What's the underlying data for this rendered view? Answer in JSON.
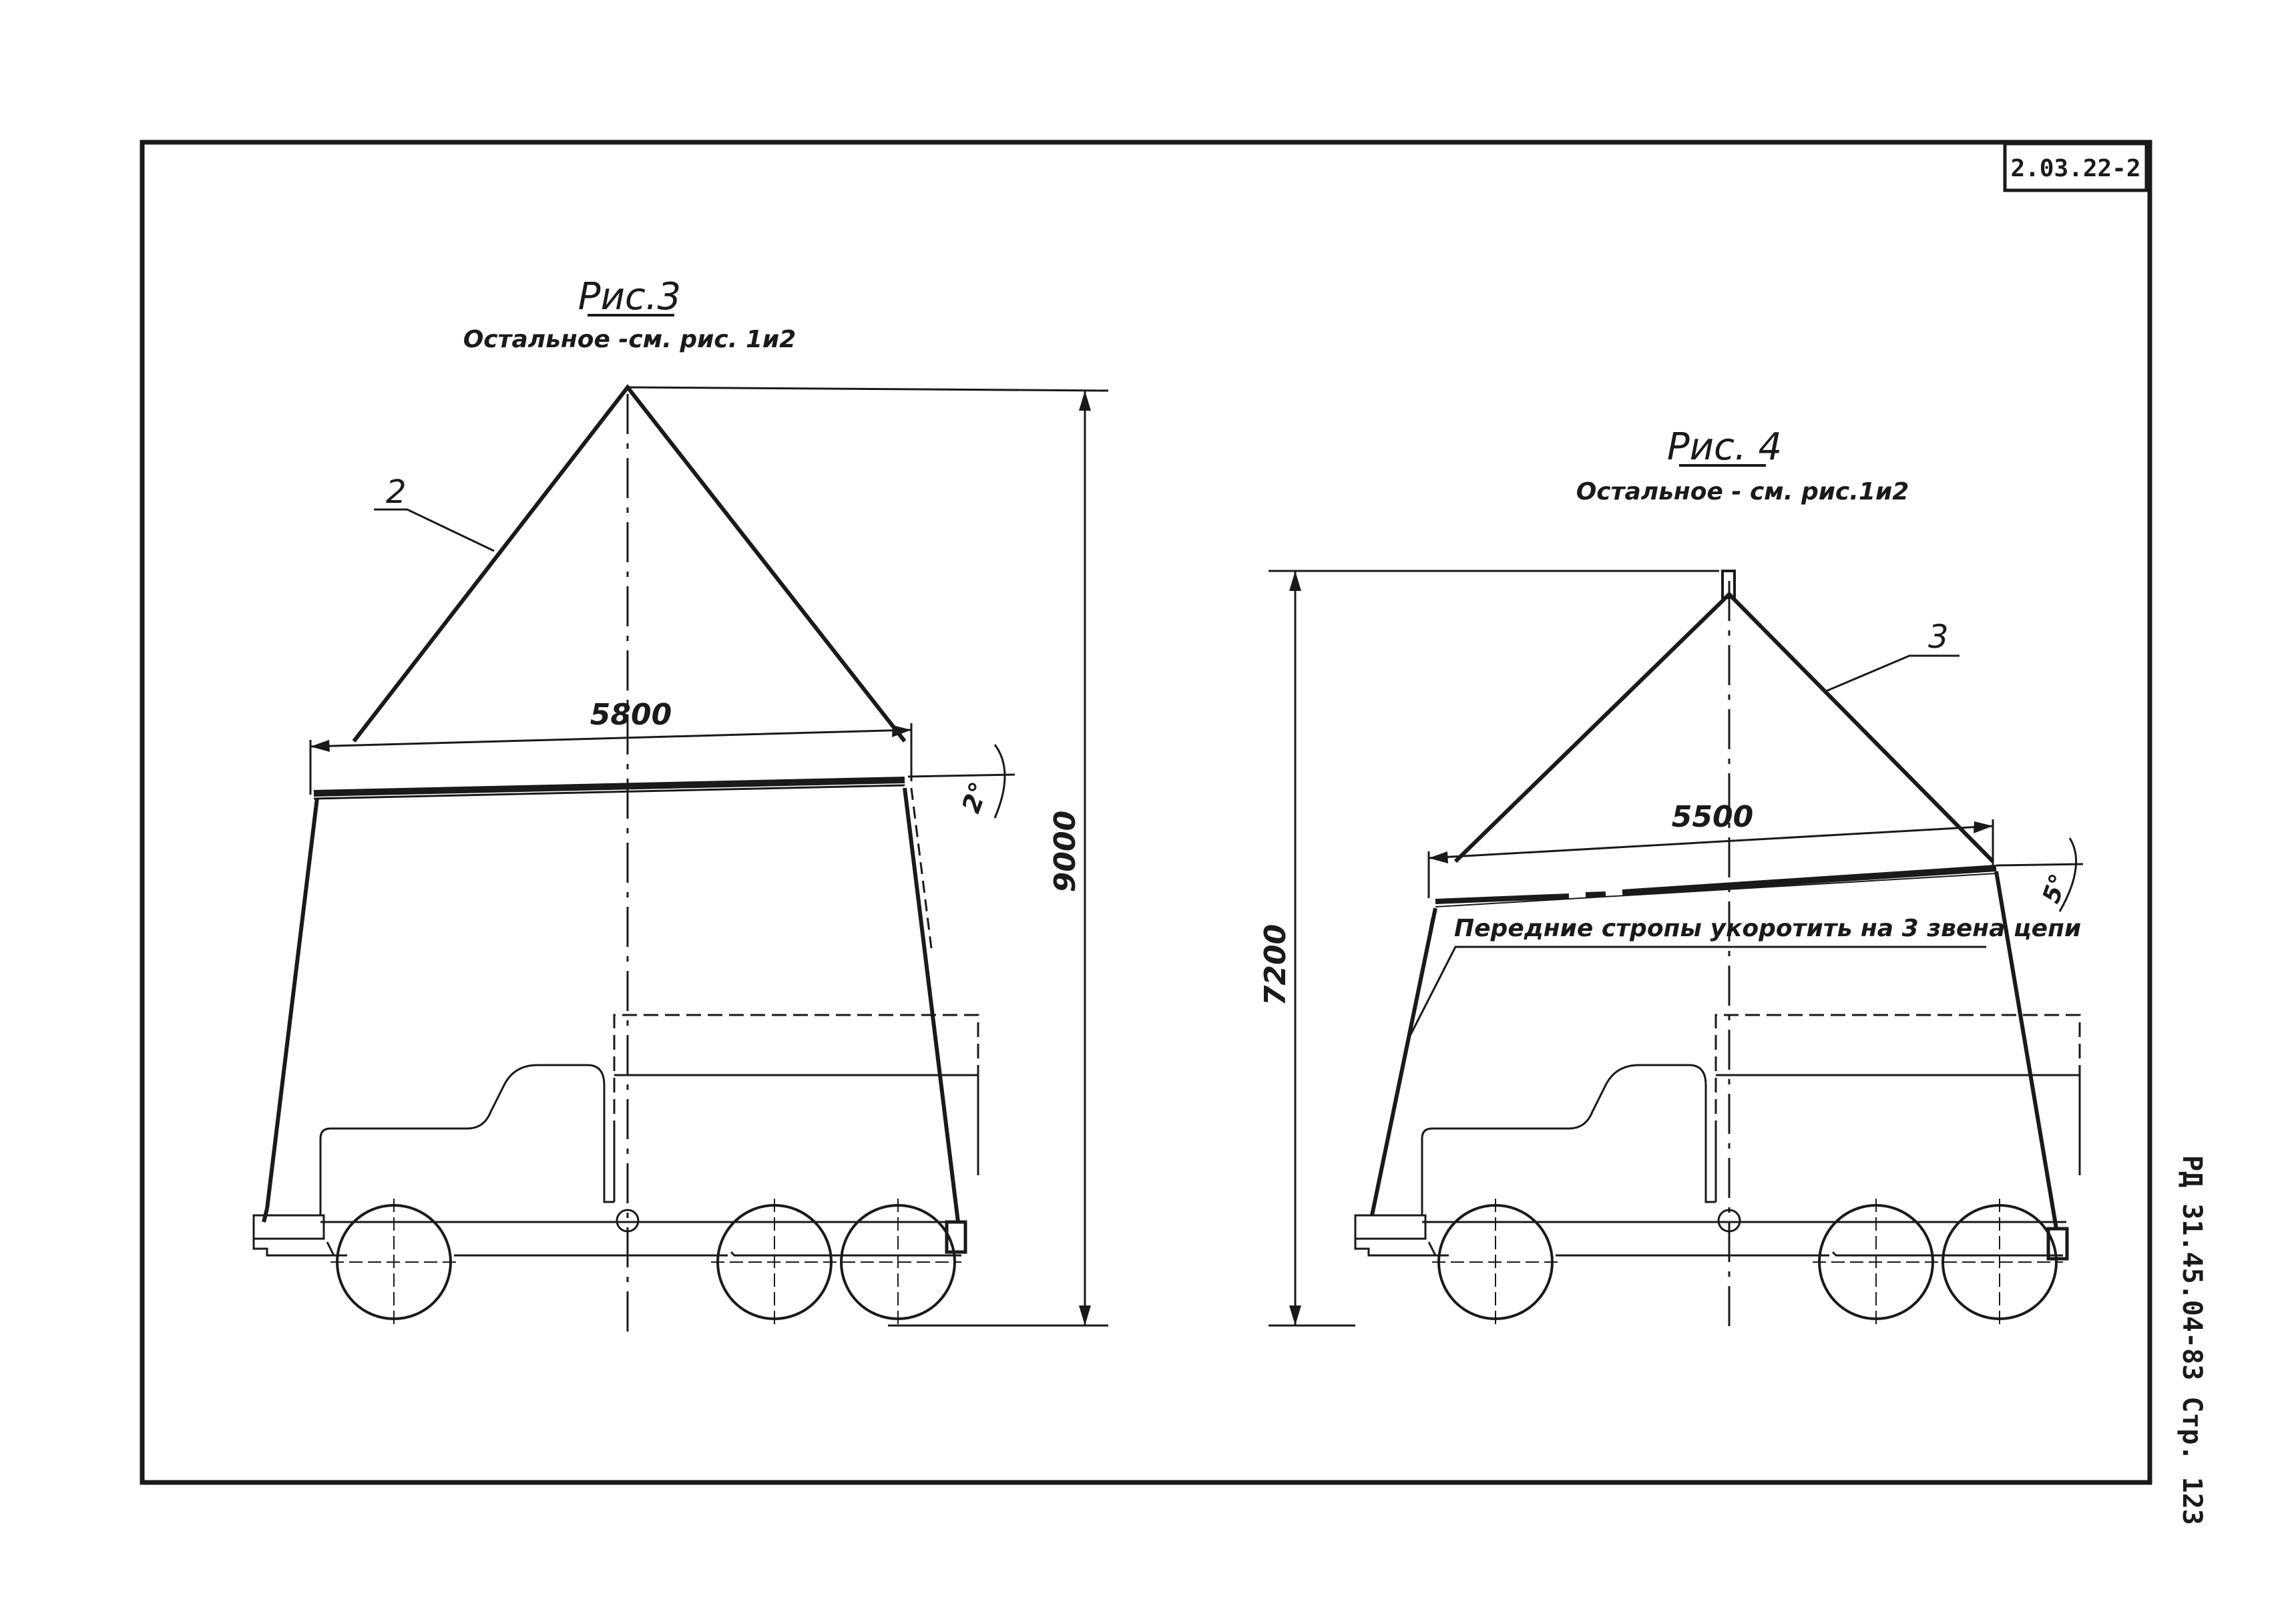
{
  "sheet": {
    "stamp_code": "2.03.22-2",
    "side_reference": "РД 31.45.04-83 Стр. 123"
  },
  "figure3": {
    "title": "Рис.3",
    "subtitle": "Остальное -см. рис. 1и2",
    "item_number": "2",
    "width_dimension": "5800",
    "height_dimension": "9000",
    "angle": "2°"
  },
  "figure4": {
    "title": "Рис. 4",
    "subtitle": "Остальное - см. рис.1и2",
    "item_number": "3",
    "width_dimension": "5500",
    "height_dimension": "7200",
    "angle": "5°",
    "note": "Передние стропы укоротить на 3 звена цепи"
  }
}
